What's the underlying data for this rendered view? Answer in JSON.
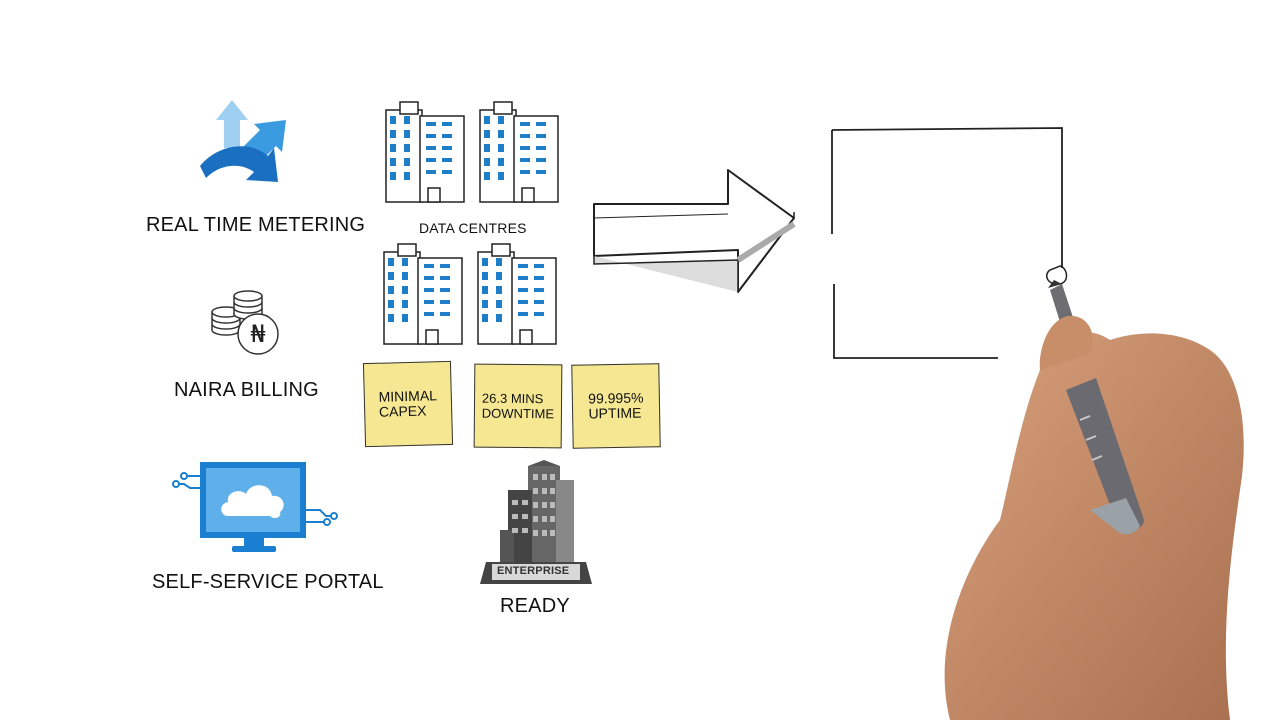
{
  "features": {
    "metering": {
      "label": "REAL TIME METERING",
      "icon": "arrows-icon"
    },
    "billing": {
      "label": "NAIRA BILLING",
      "icon": "coins-naira-icon"
    },
    "portal": {
      "label": "SELF-SERVICE PORTAL",
      "icon": "cloud-monitor-icon"
    }
  },
  "datacentres": {
    "label": "DATA CENTRES"
  },
  "notes": [
    {
      "text": "MINIMAL\nCAPEX"
    },
    {
      "text": "26.3 MINS\nDOWNTIME"
    },
    {
      "text": "99.995%\nUPTIME"
    }
  ],
  "enterprise": {
    "badge": "ENTERPRISE",
    "label": "READY"
  },
  "colors": {
    "accent_blue": "#1a7fd0",
    "light_blue": "#8fc4ea",
    "note_yellow": "#f6e892"
  }
}
